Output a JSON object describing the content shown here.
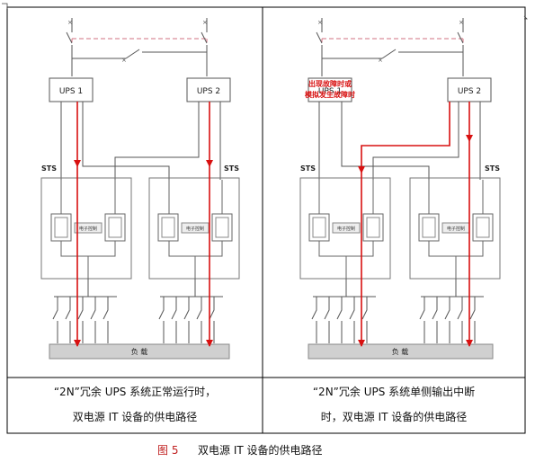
{
  "left_panel": {
    "ups_a": "UPS 1",
    "ups_b": "UPS 2",
    "sts_a": "STS",
    "sts_b": "STS",
    "ctrl_a": "电子控制",
    "ctrl_b": "电子控制",
    "load": "负    载",
    "caption_line1": "“2N”冗余 UPS 系统正常运行时，",
    "caption_line2": "双电源 IT 设备的供电路径"
  },
  "right_panel": {
    "fault_line1": "出现故障时或",
    "fault_line2": "模拟发生故障时",
    "ups_a": "UPS 1",
    "ups_b": "UPS 2",
    "sts_a": "STS",
    "sts_b": "STS",
    "ctrl_a": "电子控制",
    "ctrl_b": "电子控制",
    "load": "负    载",
    "caption_line1": "“2N”冗余 UPS 系统单侧输出中断",
    "caption_line2": "时，双电源 IT 设备的供电路径"
  },
  "figure": {
    "number": "图 5",
    "title": "双电源 IT 设备的供电路径"
  },
  "colors": {
    "line": "#555555",
    "dashed": "#d07080",
    "path": "#d81010",
    "load_fill": "#d0d0d0",
    "fault_text": "#d81010"
  }
}
